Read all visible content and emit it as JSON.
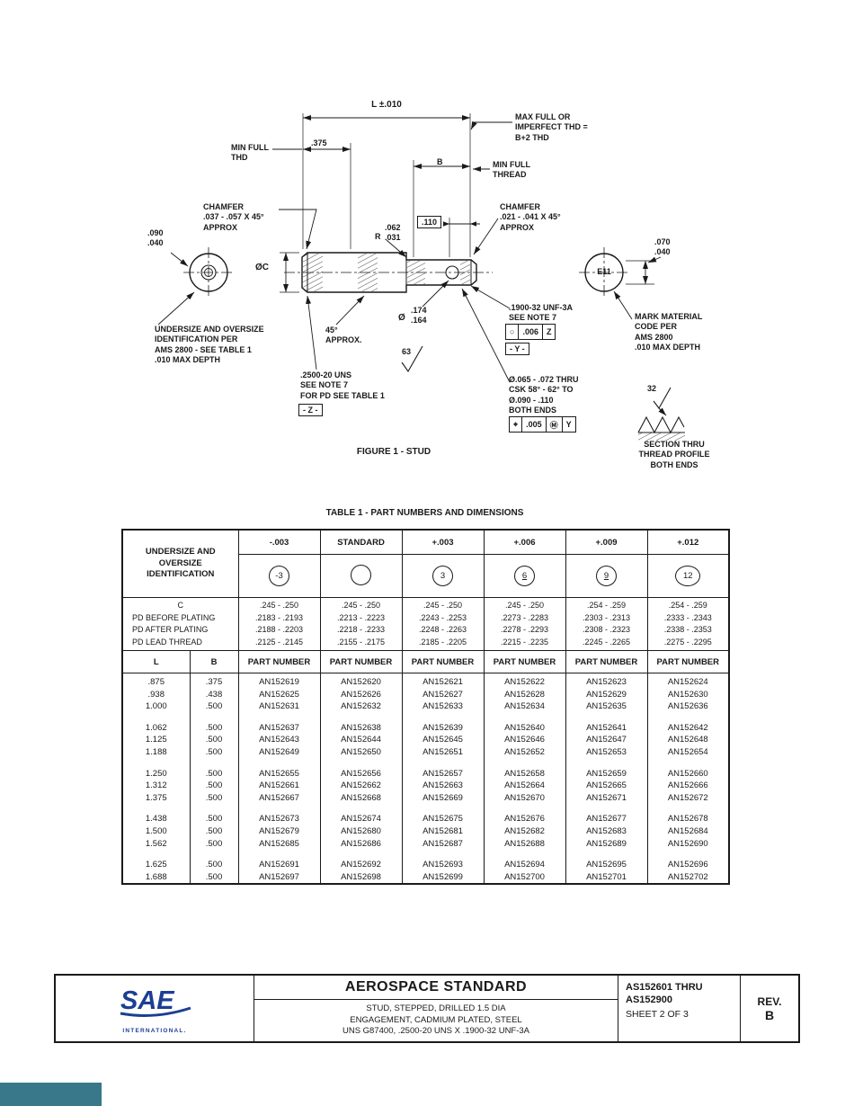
{
  "drawing": {
    "dim_l": "L ±.010",
    "max_full_thd": "MAX FULL OR\nIMPERFECT THD =\nB+2 THD",
    "min_full_thd": "MIN FULL\nTHD",
    "dim_375": ".375",
    "dim_b": "B",
    "min_full_thread": "MIN FULL\nTHREAD",
    "chamfer_left": "CHAMFER\n.037 - .057 X 45°\nAPPROX",
    "dim_110": ".110",
    "chamfer_right": "CHAMFER\n.021 - .041 X 45°\nAPPROX",
    "dim_090_040": ".090\n.040",
    "radius_r": "R",
    "radius_vals": ".062\n.031",
    "dim_070_040": ".070\n.040",
    "dia_c": "ØC",
    "mark_code": "E11",
    "thread_small": ".1900-32 UNF-3A\nSEE NOTE 7",
    "fcf_roundness": {
      "sym": "○",
      "tol": ".006",
      "datum": "Z"
    },
    "datum_y": "- Y -",
    "mark_material": "MARK MATERIAL\nCODE PER\nAMS 2800\n.010 MAX DEPTH",
    "dia_sym": "Ø",
    "dia_vals": ".174\n.164",
    "undersize_note": "UNDERSIZE AND OVERSIZE\nIDENTIFICATION PER\nAMS 2800 - SEE TABLE 1\n.010 MAX DEPTH",
    "angle_45": "45°\nAPPROX.",
    "finish_63": "63",
    "thread_big": ".2500-20 UNS\nSEE NOTE 7\nFOR PD SEE TABLE 1",
    "datum_z": "- Z -",
    "hole_note": "Ø.065 - .072 THRU\nCSK 58° - 62° TO\nØ.090 - .110\nBOTH ENDS",
    "fcf_position": {
      "sym": "⌖",
      "tol": ".005",
      "mod": "Ⓜ",
      "datum": "Y"
    },
    "finish_32": "32",
    "section_note": "SECTION THRU\nTHREAD PROFILE\nBOTH ENDS",
    "figure_caption": "FIGURE 1 - STUD"
  },
  "table": {
    "title": "TABLE 1 - PART NUMBERS AND DIMENSIONS",
    "id_label": "UNDERSIZE AND\nOVERSIZE\nIDENTIFICATION",
    "offsets": [
      "-.003",
      "STANDARD",
      "+.003",
      "+.006",
      "+.009",
      "+.012"
    ],
    "id_symbols": [
      "-3",
      "",
      "3",
      "6",
      "9",
      "12"
    ],
    "dim_labels": [
      "C",
      "PD BEFORE PLATING",
      "PD AFTER PLATING",
      "PD LEAD THREAD"
    ],
    "dim_values": [
      [
        ".245 - .250",
        ".2183 - .2193",
        ".2188 - .2203",
        ".2125 - .2145"
      ],
      [
        ".245 - .250",
        ".2213 - .2223",
        ".2218 - .2233",
        ".2155 - .2175"
      ],
      [
        ".245 - .250",
        ".2243 - .2253",
        ".2248 - .2263",
        ".2185 - .2205"
      ],
      [
        ".245 - .250",
        ".2273 - .2283",
        ".2278 - .2293",
        ".2215 - .2235"
      ],
      [
        ".254 - .259",
        ".2303 - .2313",
        ".2308 - .2323",
        ".2245 - .2265"
      ],
      [
        ".254 - .259",
        ".2333 - .2343",
        ".2338 - .2353",
        ".2275 - .2295"
      ]
    ],
    "col_headers": [
      "L",
      "B",
      "PART NUMBER",
      "PART NUMBER",
      "PART NUMBER",
      "PART NUMBER",
      "PART NUMBER",
      "PART NUMBER"
    ],
    "groups": [
      [
        {
          "l": ".875",
          "b": ".375",
          "parts": [
            "AN152619",
            "AN152620",
            "AN152621",
            "AN152622",
            "AN152623",
            "AN152624"
          ]
        },
        {
          "l": ".938",
          "b": ".438",
          "parts": [
            "AN152625",
            "AN152626",
            "AN152627",
            "AN152628",
            "AN152629",
            "AN152630"
          ]
        },
        {
          "l": "1.000",
          "b": ".500",
          "parts": [
            "AN152631",
            "AN152632",
            "AN152633",
            "AN152634",
            "AN152635",
            "AN152636"
          ]
        }
      ],
      [
        {
          "l": "1.062",
          "b": ".500",
          "parts": [
            "AN152637",
            "AN152638",
            "AN152639",
            "AN152640",
            "AN152641",
            "AN152642"
          ]
        },
        {
          "l": "1.125",
          "b": ".500",
          "parts": [
            "AN152643",
            "AN152644",
            "AN152645",
            "AN152646",
            "AN152647",
            "AN152648"
          ]
        },
        {
          "l": "1.188",
          "b": ".500",
          "parts": [
            "AN152649",
            "AN152650",
            "AN152651",
            "AN152652",
            "AN152653",
            "AN152654"
          ]
        }
      ],
      [
        {
          "l": "1.250",
          "b": ".500",
          "parts": [
            "AN152655",
            "AN152656",
            "AN152657",
            "AN152658",
            "AN152659",
            "AN152660"
          ]
        },
        {
          "l": "1.312",
          "b": ".500",
          "parts": [
            "AN152661",
            "AN152662",
            "AN152663",
            "AN152664",
            "AN152665",
            "AN152666"
          ]
        },
        {
          "l": "1.375",
          "b": ".500",
          "parts": [
            "AN152667",
            "AN152668",
            "AN152669",
            "AN152670",
            "AN152671",
            "AN152672"
          ]
        }
      ],
      [
        {
          "l": "1.438",
          "b": ".500",
          "parts": [
            "AN152673",
            "AN152674",
            "AN152675",
            "AN152676",
            "AN152677",
            "AN152678"
          ]
        },
        {
          "l": "1.500",
          "b": ".500",
          "parts": [
            "AN152679",
            "AN152680",
            "AN152681",
            "AN152682",
            "AN152683",
            "AN152684"
          ]
        },
        {
          "l": "1.562",
          "b": ".500",
          "parts": [
            "AN152685",
            "AN152686",
            "AN152687",
            "AN152688",
            "AN152689",
            "AN152690"
          ]
        }
      ],
      [
        {
          "l": "1.625",
          "b": ".500",
          "parts": [
            "AN152691",
            "AN152692",
            "AN152693",
            "AN152694",
            "AN152695",
            "AN152696"
          ]
        },
        {
          "l": "1.688",
          "b": ".500",
          "parts": [
            "AN152697",
            "AN152698",
            "AN152699",
            "AN152700",
            "AN152701",
            "AN152702"
          ]
        }
      ]
    ]
  },
  "titleblock": {
    "logo_text": "SAE",
    "logo_subtext": "INTERNATIONAL.",
    "standard_type": "AEROSPACE STANDARD",
    "description": "STUD, STEPPED, DRILLED 1.5 DIA\nENGAGEMENT, CADMIUM PLATED, STEEL\nUNS G87400, .2500-20 UNS X .1900-32 UNF-3A",
    "doc_number_line1": "AS152601 THRU",
    "doc_number_line2": "AS152900",
    "sheet": "SHEET 2 OF 3",
    "rev_label": "REV.",
    "rev_value": "B"
  },
  "colors": {
    "line": "#1a1a1a",
    "logo_blue": "#1c3f94",
    "corner_teal": "#38788a"
  }
}
